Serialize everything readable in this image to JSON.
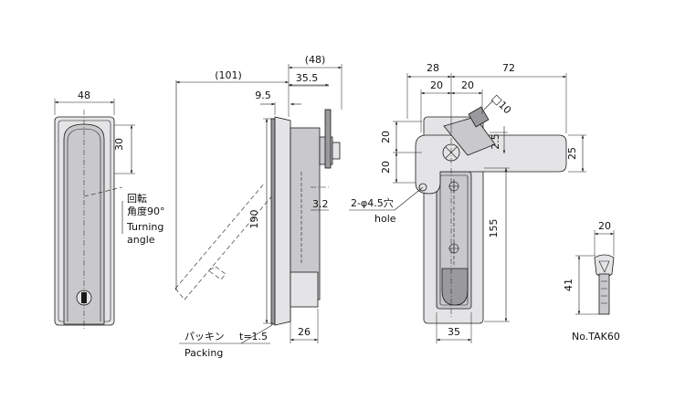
{
  "front_view": {
    "width_dim": "48",
    "handle_offset_dim": "30",
    "rotation_note_jp_1": "回転",
    "rotation_note_jp_2": "角度90°",
    "rotation_note_en_1": "Turning",
    "rotation_note_en_2": "angle"
  },
  "side_view": {
    "overall_depth_dim": "(48)",
    "projection_dim": "35.5",
    "swing_dim": "(101)",
    "flange_dim": "9.5",
    "height_dim": "190",
    "cam_dim": "3.2",
    "bottom_dim": "26",
    "packing_jp": "パッキン",
    "packing_thickness": "t=1.5",
    "packing_en": "Packing"
  },
  "rear_view": {
    "width_left_dim": "28",
    "width_right_dim": "72",
    "spacing_dim_1": "20",
    "spacing_dim_2": "20",
    "square_dim": "□10",
    "vertical_dim_1": "20",
    "vertical_dim_2": "20",
    "offset_dim": "2.5",
    "arm_height_dim": "25",
    "hole_note": "2-φ4.5穴",
    "hole_note_en": "hole",
    "length_dim": "155",
    "bottom_width_dim": "35"
  },
  "key": {
    "width_dim": "20",
    "height_dim": "41",
    "model": "No.TAK60"
  }
}
